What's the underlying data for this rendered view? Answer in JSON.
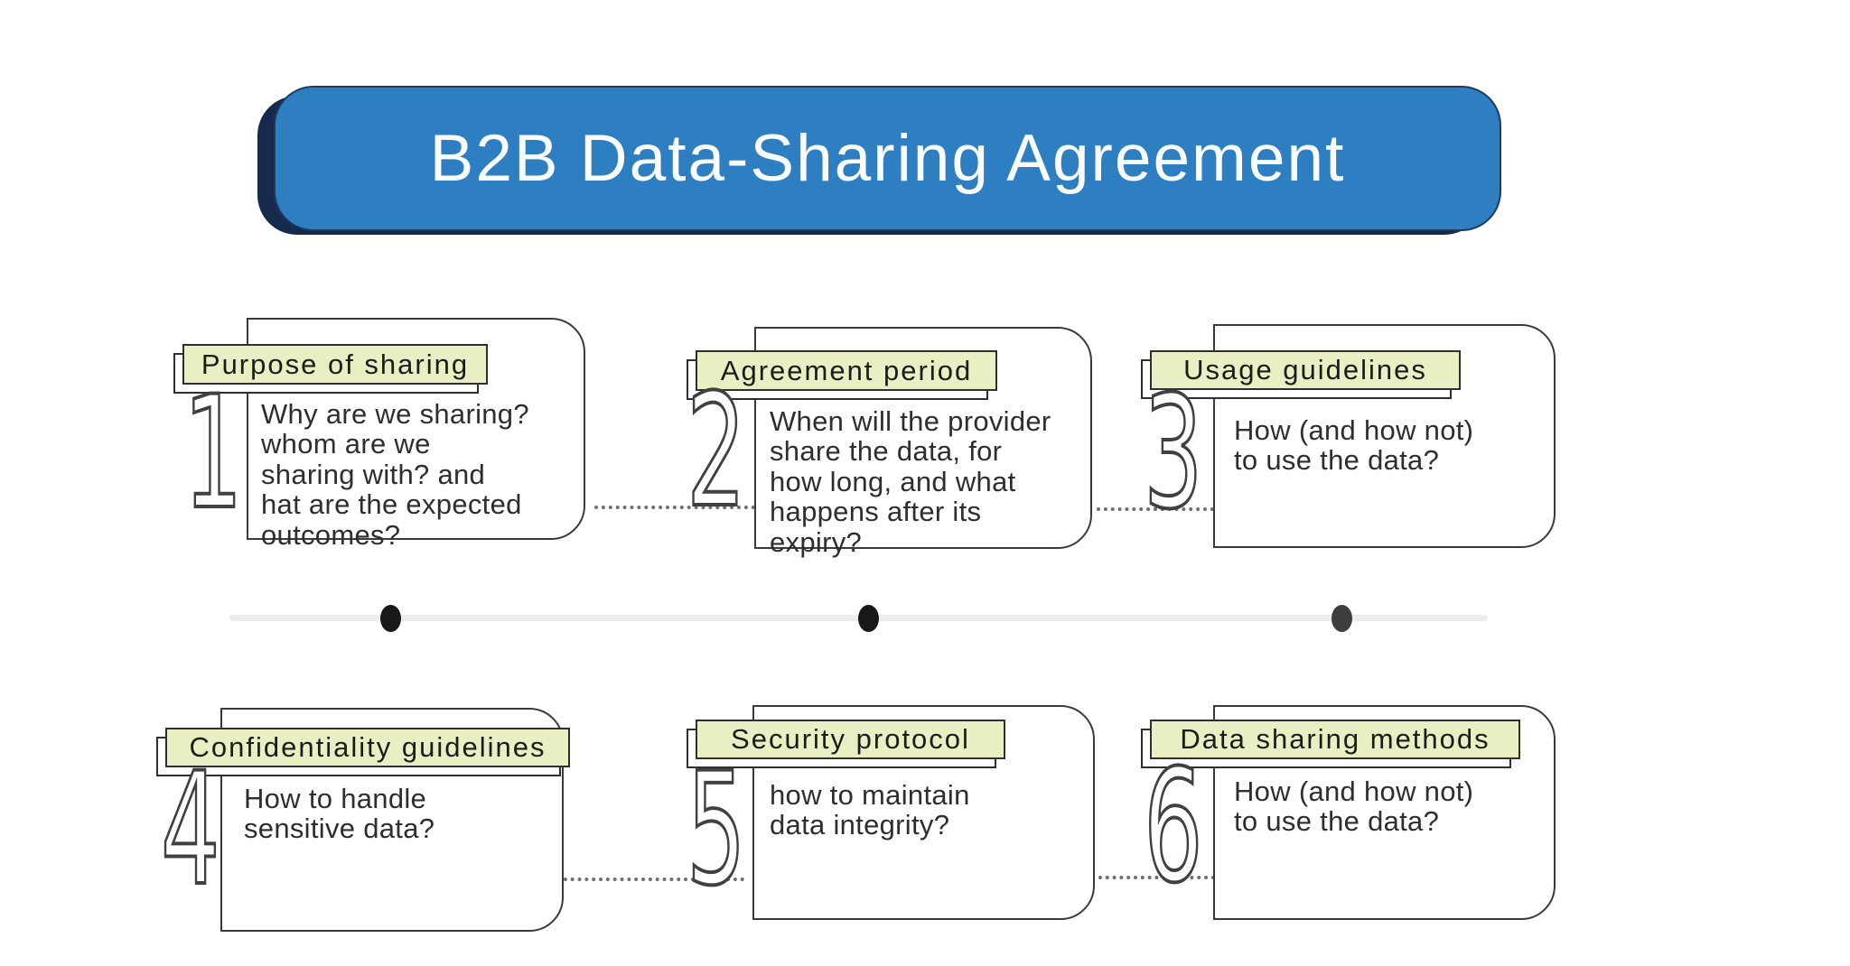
{
  "title": {
    "text": "B2B Data-Sharing Agreement"
  },
  "colors": {
    "banner_blue": "#2e7fc1",
    "banner_shadow_navy": "#162a4e",
    "label_background": "#e9eec3",
    "outline_dark": "#3a3a3a",
    "timeline_line": "#ececec",
    "timeline_dot": "#181818"
  },
  "cards": [
    {
      "number": "1",
      "label": "Purpose of sharing",
      "body": "Why are we sharing?\nwhom are we\nsharing with? and\nhat are the expected\noutcomes?"
    },
    {
      "number": "2",
      "label": "Agreement period",
      "body": "When will the provider\nshare the data, for\nhow long, and what\nhappens after its\nexpiry?"
    },
    {
      "number": "3",
      "label": "Usage guidelines",
      "body": "How (and how not)\nto use the data?"
    },
    {
      "number": "4",
      "label": "Confidentiality guidelines",
      "body": "How to handle\nsensitive data?"
    },
    {
      "number": "5",
      "label": "Security protocol",
      "body": "how to maintain\ndata integrity?"
    },
    {
      "number": "6",
      "label": "Data sharing methods",
      "body": "How (and how not)\nto use the data?"
    }
  ]
}
